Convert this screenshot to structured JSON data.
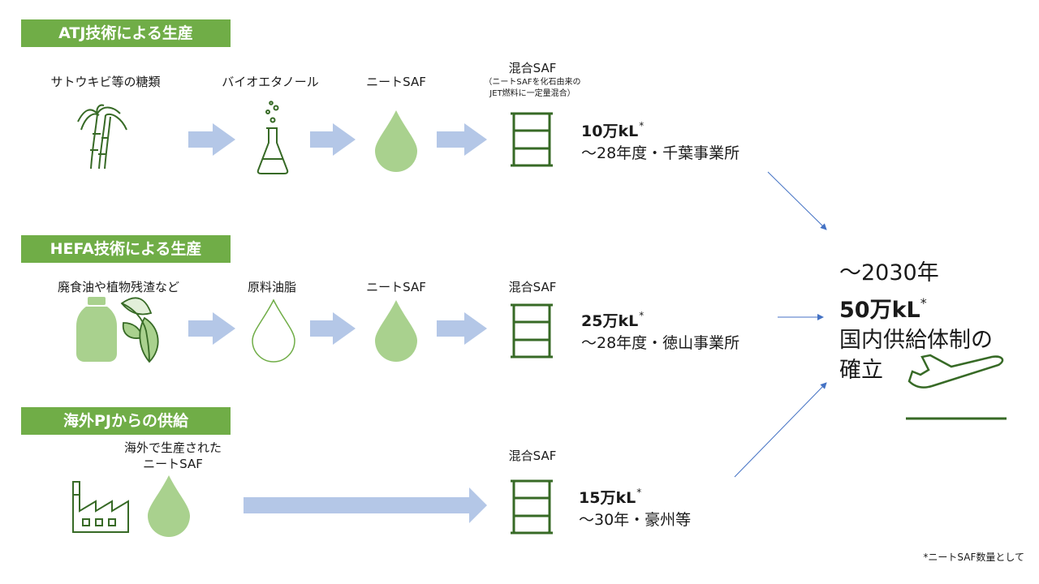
{
  "sections": [
    {
      "header": "ATJ技術による生産",
      "steps": [
        "サトウキビ等の糖類",
        "バイオエタノール",
        "ニートSAF",
        "混合SAF"
      ],
      "note": [
        "（ニートSAFを化石由来の",
        "JET燃料に一定量混合）"
      ],
      "quantity": "10万kL",
      "detail": "～28年度・千葉事業所"
    },
    {
      "header": "HEFA技術による生産",
      "steps": [
        "廃食油や植物残渣など",
        "原料油脂",
        "ニートSAF",
        "混合SAF"
      ],
      "quantity": "25万kL",
      "detail": "～28年度・徳山事業所"
    },
    {
      "header": "海外PJからの供給",
      "steps": [
        "海外で生産された",
        "ニートSAF",
        "混合SAF"
      ],
      "quantity": "15万kL",
      "detail": "～30年・豪州等"
    }
  ],
  "asterisk": "*",
  "summary": {
    "line1": "～2030年",
    "line2": "50万kL",
    "line3": "国内供給体制の",
    "line4": "確立"
  },
  "footnote": "*ニートSAF数量として",
  "colors": {
    "header_bg": "#70ad47",
    "icon_green": "#376a26",
    "drop_fill": "#a9d18e",
    "arrow_fill": "#b4c7e7",
    "connector": "#4472c4"
  },
  "icons": [
    "sugarcane-icon",
    "flask-icon",
    "drop-icon",
    "drum-icon",
    "bottle-icon",
    "leaves-icon",
    "factory-icon",
    "airplane-icon"
  ]
}
